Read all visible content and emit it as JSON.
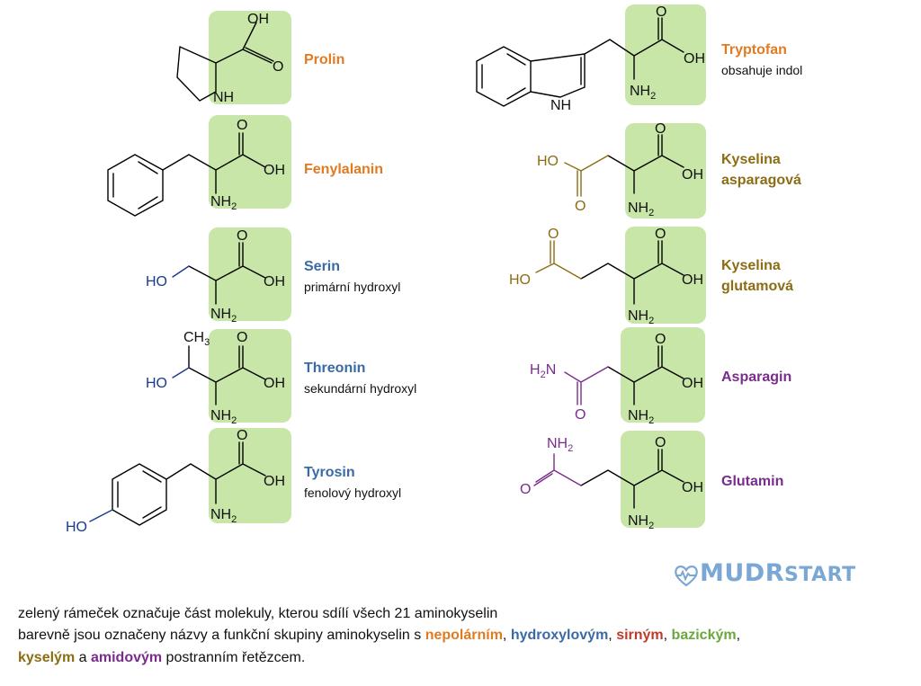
{
  "colors": {
    "box_fill": "#c8e6a8",
    "nonpolar": "#e07b22",
    "hydroxyl": "#3a6aa6",
    "sulfur": "#c0392b",
    "basic": "#6aa83c",
    "acidic": "#8c6d12",
    "amide": "#7a2c8c",
    "logo": "#7aa7d4"
  },
  "amino_acids": [
    {
      "name": "Prolin",
      "note": ""
    },
    {
      "name": "Fenylalanin",
      "note": ""
    },
    {
      "name": "Serin",
      "note": "primární hydroxyl"
    },
    {
      "name": "Threonin",
      "note": "sekundární hydroxyl"
    },
    {
      "name": "Tyrosin",
      "note": "fenolový hydroxyl"
    },
    {
      "name": "Tryptofan",
      "note": "obsahuje indol"
    },
    {
      "name": "Kyselina asparagová",
      "line1": "Kyselina",
      "line2": "asparagová",
      "note": ""
    },
    {
      "name": "Kyselina glutamová",
      "line1": "Kyselina",
      "line2": "glutamová",
      "note": ""
    },
    {
      "name": "Asparagin",
      "note": ""
    },
    {
      "name": "Glutamin",
      "note": ""
    }
  ],
  "atom_labels": {
    "oh": "OH",
    "o": "O",
    "nh": "NH",
    "nh2": "NH2",
    "ho": "HO",
    "ch3": "CH3",
    "h2n": "H2N"
  },
  "logo": {
    "part1": "MUDR",
    "part2": "START"
  },
  "caption": {
    "line1": "zelený rámeček označuje část molekuly, kterou sdílí všech 21 aminokyselin",
    "line2_start": "barevně jsou označeny názvy a funkční skupiny aminokyselin s ",
    "nonpolar": "nepolárním",
    "sep1": ", ",
    "hydroxyl": "hydroxylovým",
    "sep2": ", ",
    "sulfur": "sirným",
    "sep3": ", ",
    "basic": "bazickým",
    "sep4": ",",
    "acidic": "kyselým",
    "and": " a ",
    "amide": "amidovým",
    "end": " postranním řetězcem."
  }
}
